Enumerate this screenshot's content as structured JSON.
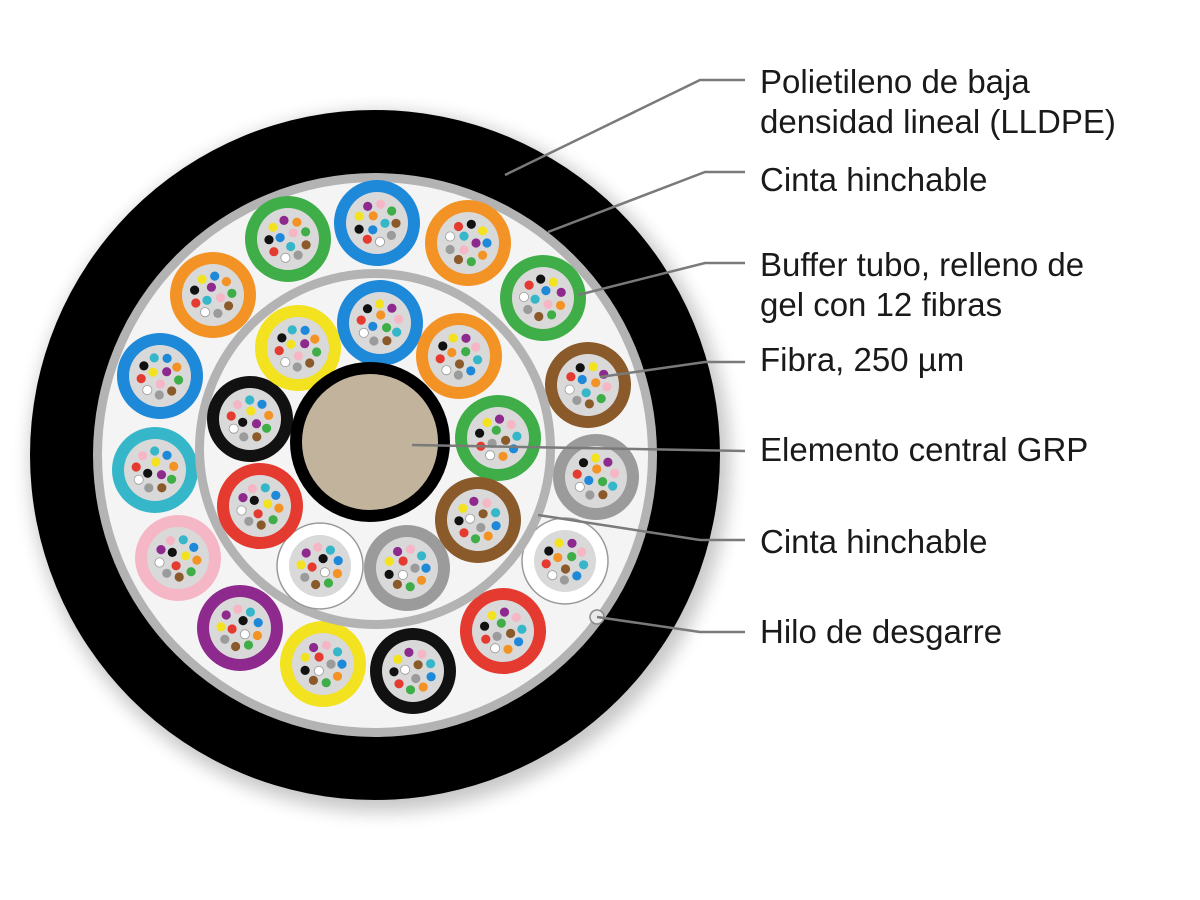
{
  "labels": {
    "outer_jacket": [
      "Polietileno de baja",
      "densidad lineal (LLDPE)"
    ],
    "outer_tape": "Cinta hinchable",
    "buffer_tube": [
      "Buffer tubo, relleno de",
      "gel con 12 fibras"
    ],
    "fiber": "Fibra, 250 µm",
    "central_member": "Elemento central GRP",
    "inner_tape": "Cinta hinchable",
    "ripcord": "Hilo de desgarre"
  },
  "colors": {
    "jacket": "#000000",
    "tape": "#b3b3b3",
    "filler": "#f4f4f4",
    "tube_inner": "#d9d9d9",
    "central_core": "#c2b39c",
    "leader_line": "#7a7a7a",
    "fiber_palette": [
      "#1e88d9",
      "#f39325",
      "#3fae49",
      "#8a5a2b",
      "#9b9b9b",
      "#ffffff",
      "#e53a2f",
      "#111111",
      "#f2e21f",
      "#8e2a8e",
      "#f5b7c5",
      "#35b6c9"
    ]
  },
  "outer_ring_tubes": [
    "#f39325",
    "#3fae49",
    "#8a5a2b",
    "#9b9b9b",
    "#ffffff",
    "#e53a2f",
    "#111111",
    "#f2e21f",
    "#8e2a8e",
    "#f5b7c5",
    "#35b6c9",
    "#1e88d9",
    "#f39325",
    "#3fae49",
    "#1e88d9"
  ],
  "inner_ring_tubes": [
    "#1e88d9",
    "#f39325",
    "#3fae49",
    "#8a5a2b",
    "#9b9b9b",
    "#ffffff",
    "#e53a2f",
    "#111111",
    "#f2e21f"
  ]
}
